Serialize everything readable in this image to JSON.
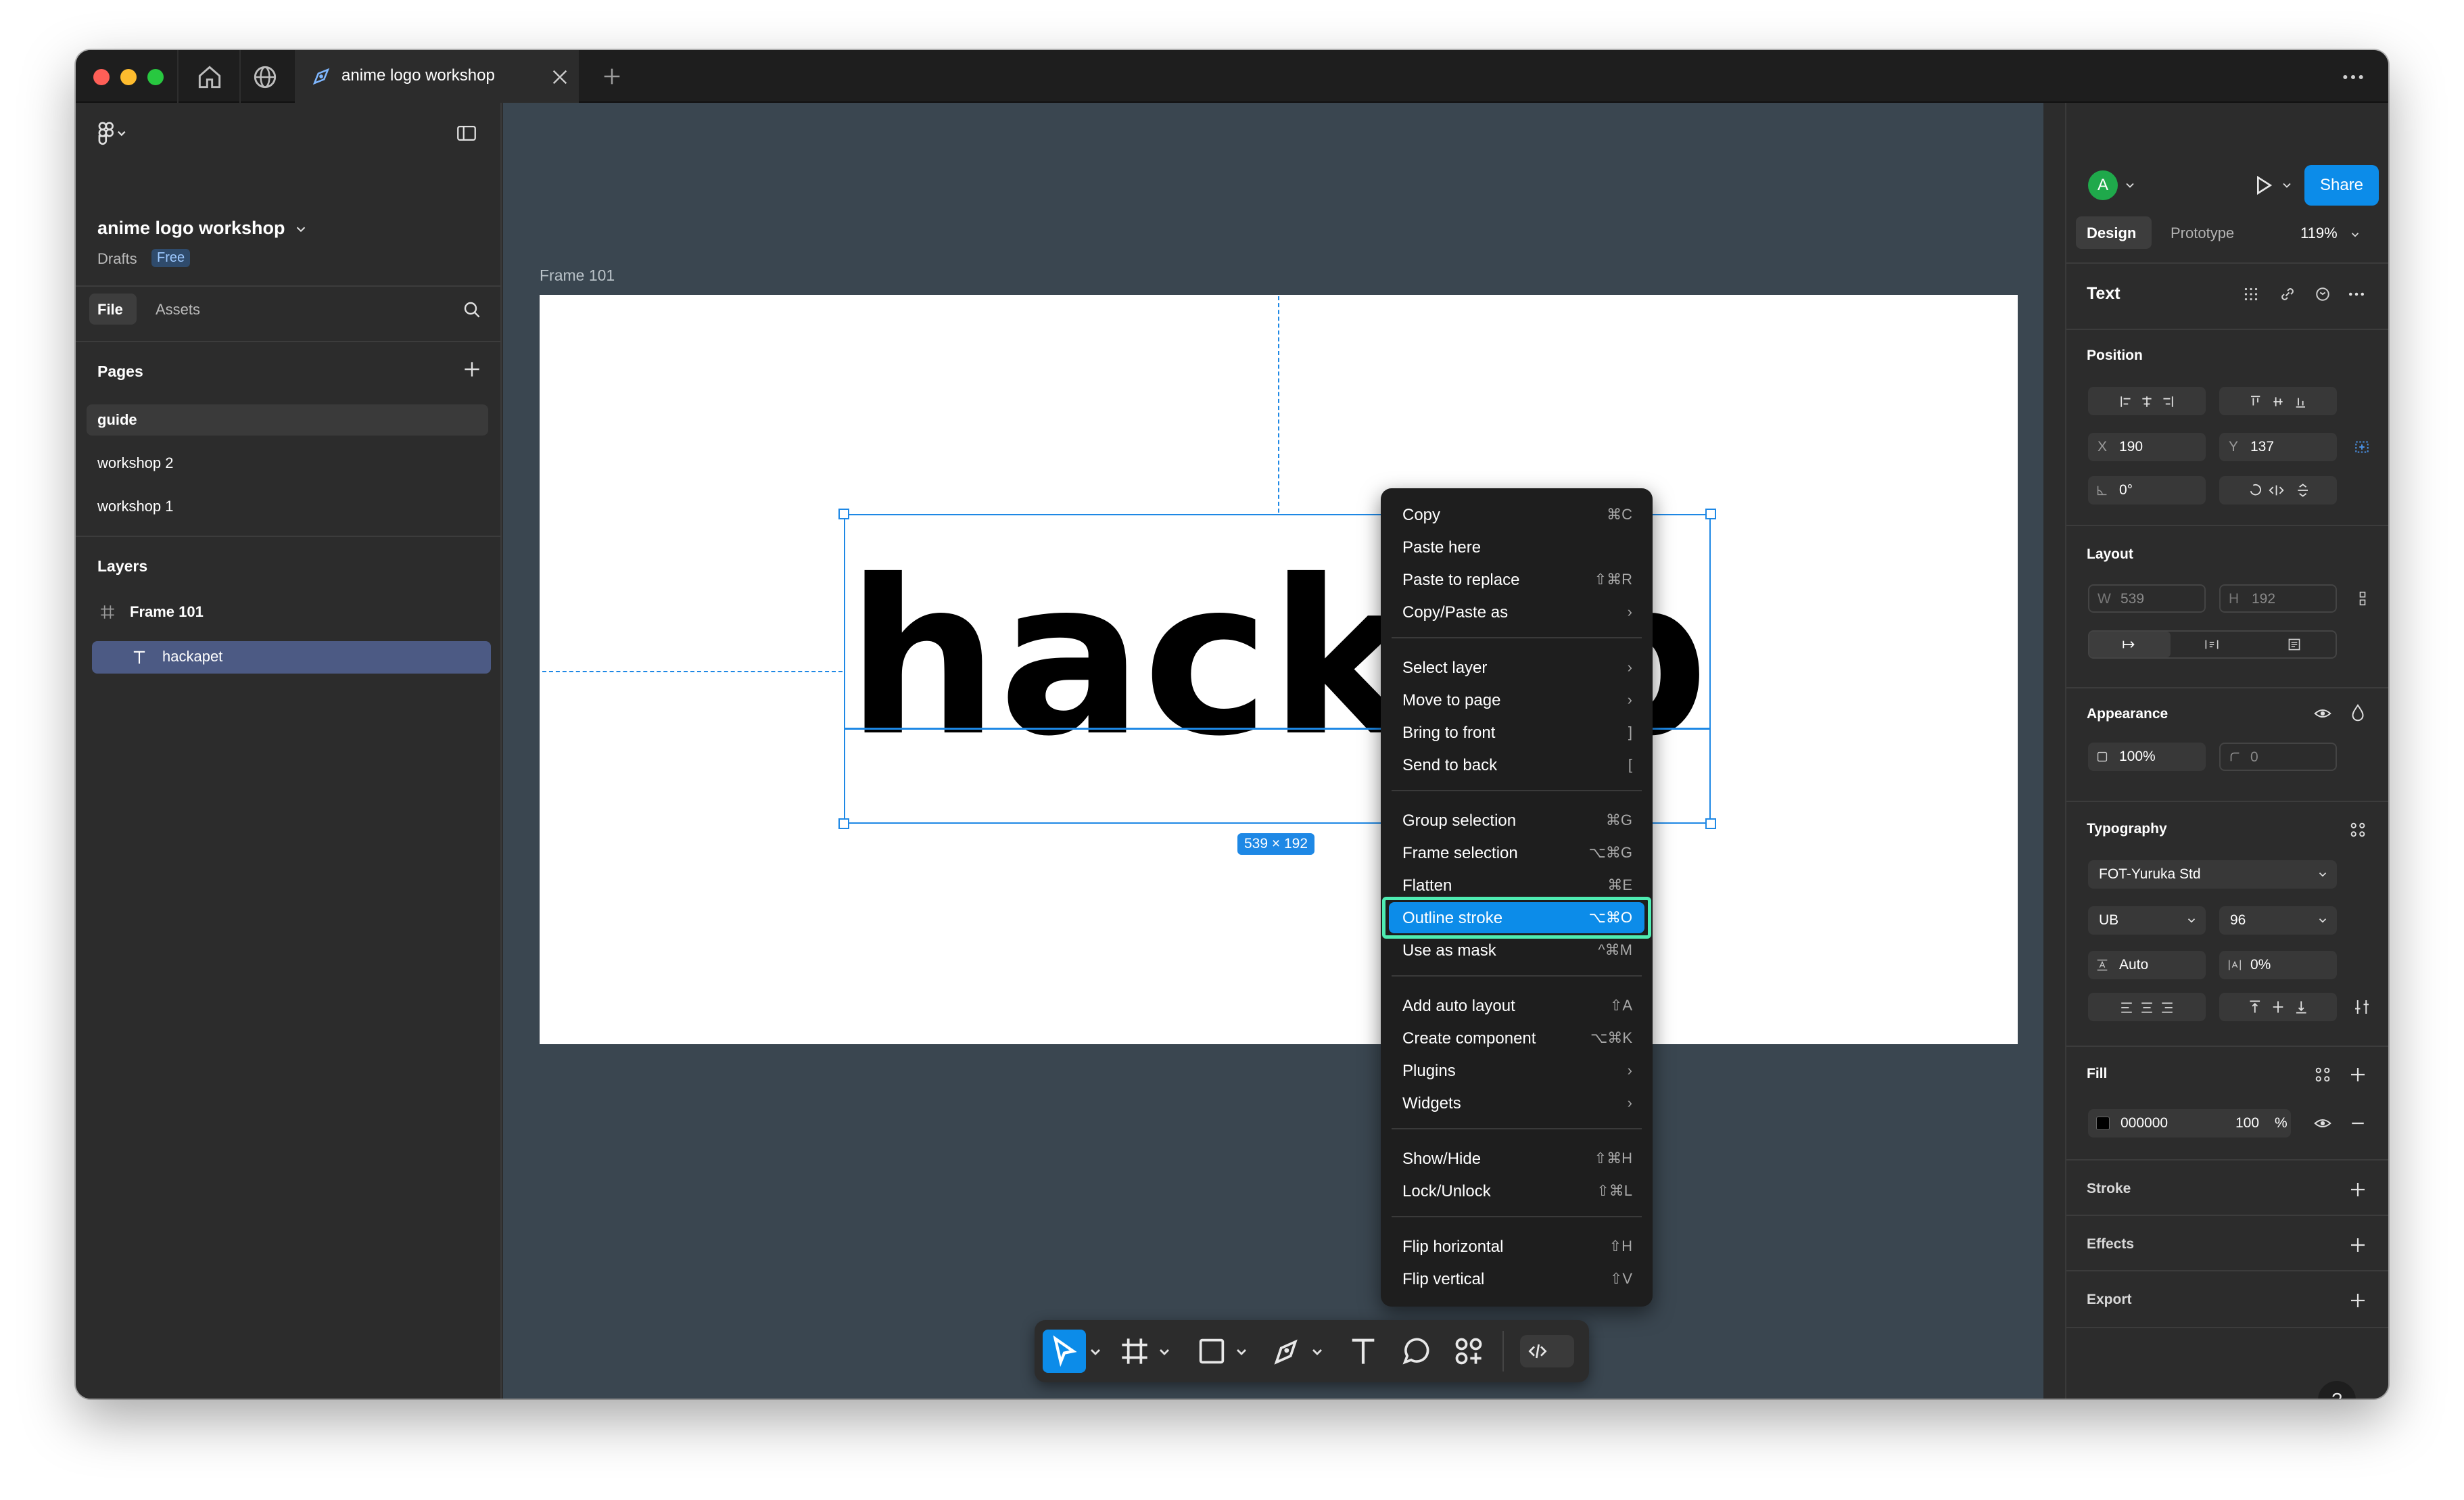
{
  "tab": {
    "title": "anime logo workshop"
  },
  "file": {
    "name": "anime logo workshop",
    "location": "Drafts",
    "plan": "Free"
  },
  "left_panel": {
    "tabs": [
      "File",
      "Assets"
    ],
    "pages_header": "Pages",
    "pages": [
      "guide",
      "workshop 2",
      "workshop 1"
    ],
    "layers_header": "Layers",
    "layers": [
      {
        "name": "Frame 101"
      },
      {
        "name": "hackapet"
      }
    ]
  },
  "canvas": {
    "frame_label": "Frame 101",
    "text_content": "hackapet",
    "dimensions": "539 × 192"
  },
  "context_menu": {
    "items": [
      {
        "label": "Copy",
        "shortcut": "⌘C"
      },
      {
        "label": "Paste here",
        "shortcut": ""
      },
      {
        "label": "Paste to replace",
        "shortcut": "⇧⌘R"
      },
      {
        "label": "Copy/Paste as",
        "shortcut": "›"
      },
      {
        "label": "Select layer",
        "shortcut": "›"
      },
      {
        "label": "Move to page",
        "shortcut": "›"
      },
      {
        "label": "Bring to front",
        "shortcut": "]"
      },
      {
        "label": "Send to back",
        "shortcut": "["
      },
      {
        "label": "Group selection",
        "shortcut": "⌘G"
      },
      {
        "label": "Frame selection",
        "shortcut": "⌥⌘G"
      },
      {
        "label": "Flatten",
        "shortcut": "⌘E"
      },
      {
        "label": "Outline stroke",
        "shortcut": "⌥⌘O"
      },
      {
        "label": "Use as mask",
        "shortcut": "^⌘M"
      },
      {
        "label": "Add auto layout",
        "shortcut": "⇧A"
      },
      {
        "label": "Create component",
        "shortcut": "⌥⌘K"
      },
      {
        "label": "Plugins",
        "shortcut": "›"
      },
      {
        "label": "Widgets",
        "shortcut": "›"
      },
      {
        "label": "Show/Hide",
        "shortcut": "⇧⌘H"
      },
      {
        "label": "Lock/Unlock",
        "shortcut": "⇧⌘L"
      },
      {
        "label": "Flip horizontal",
        "shortcut": "⇧H"
      },
      {
        "label": "Flip vertical",
        "shortcut": "⇧V"
      }
    ],
    "highlighted": "Outline stroke"
  },
  "right_panel": {
    "avatar_initial": "A",
    "share_label": "Share",
    "tabs": [
      "Design",
      "Prototype"
    ],
    "zoom": "119%",
    "selection_type": "Text",
    "position": {
      "header": "Position",
      "x_label": "X",
      "x": "190",
      "y_label": "Y",
      "y": "137",
      "rotation": "0°"
    },
    "layout": {
      "header": "Layout",
      "w_label": "W",
      "w": "539",
      "h_label": "H",
      "h": "192"
    },
    "appearance": {
      "header": "Appearance",
      "opacity": "100%",
      "radius": "0"
    },
    "typography": {
      "header": "Typography",
      "font": "FOT-Yuruka Std",
      "weight": "UB",
      "size": "96",
      "line_height": "Auto",
      "letter_spacing": "0%"
    },
    "fill": {
      "header": "Fill",
      "hex": "000000",
      "opacity": "100",
      "unit": "%"
    },
    "stroke_header": "Stroke",
    "effects_header": "Effects",
    "export_header": "Export",
    "help": "?"
  },
  "colors": {
    "accent": "#0c8ce9",
    "highlight_outline": "#4eecb2",
    "canvas_bg": "#3a4650",
    "fill_swatch": "#000000"
  }
}
